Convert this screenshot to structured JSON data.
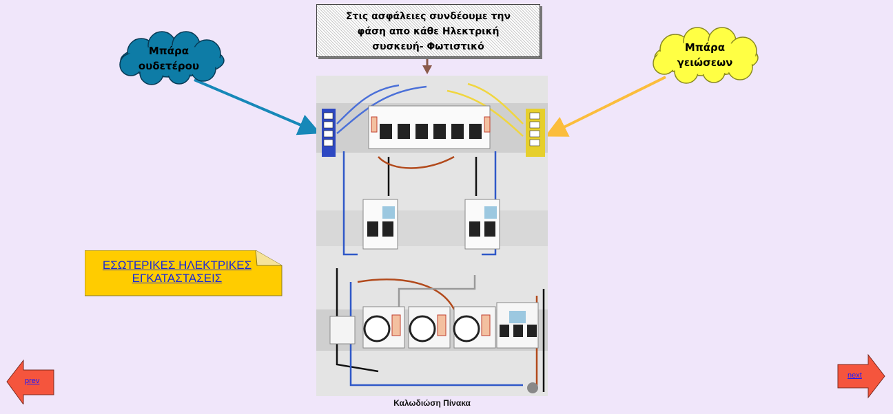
{
  "callouts": {
    "neutral_bar": {
      "line1": "Μπάρα",
      "line2": "ουδετέρου"
    },
    "ground_bar": {
      "line1": "Μπάρα",
      "line2": "γειώσεων"
    },
    "fuses_note": {
      "line1": "Στις ασφάλειες συνδέουμε την",
      "line2": "φάση απο κάθε Ηλεκτρική",
      "line3": "συσκευή- Φωτιστικό"
    }
  },
  "link_note": {
    "line1": "ΕΣΩΤΕΡΙΚΕΣ ΗΛΕΚΤΡΙΚΕΣ",
    "line2": "ΕΓΚΑΤΑΣΤΑΣΕΙΣ"
  },
  "image_caption": "Καλωδιώση Πίνακα",
  "nav": {
    "prev_label": "prev",
    "next_label": "next"
  },
  "colors": {
    "background": "#f0e6fa",
    "neutral_cloud": "#0e7ca6",
    "ground_cloud": "#ffff44",
    "neutral_arrow": "#1788b8",
    "ground_arrow": "#fbbd3c",
    "fuse_arrow": "#8a5a4a",
    "note_fill": "#ffcc00",
    "nav_arrow": "#f5553d"
  },
  "icons": [
    "neutral-bar-cloud",
    "ground-bar-cloud",
    "prev-arrow-icon",
    "next-arrow-icon",
    "panel-wiring-diagram"
  ]
}
